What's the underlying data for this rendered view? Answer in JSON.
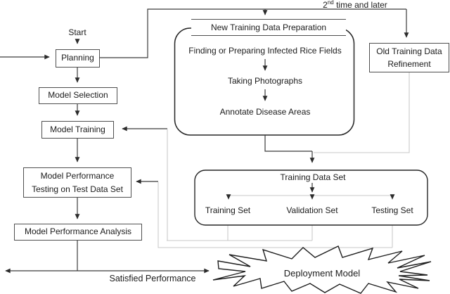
{
  "figure_type": "flowchart",
  "top_label": {
    "prefix": "2",
    "sup": "nd",
    "rest": " time and later"
  },
  "nodes": {
    "start": "Start",
    "planning": "Planning",
    "model_selection": "Model Selection",
    "model_training": "Model Training",
    "mpt_line1": "Model Performance",
    "mpt_line2": "Testing on Test Data Set",
    "mpa": "Model Performance Analysis",
    "old_refinement_line1": "Old Training Data",
    "old_refinement_line2": "Refinement",
    "satisfied": "Satisfied Performance",
    "deployment": "Deployment Model"
  },
  "new_training_data_preparation": {
    "title": "New Training Data Preparation",
    "step1": "Finding or Preparing Infected Rice Fields",
    "step2": "Taking Photographs",
    "step3": "Annotate Disease Areas"
  },
  "training_data_set": {
    "title": "Training Data Set",
    "set1": "Training Set",
    "set2": "Validation Set",
    "set3": "Testing Set"
  },
  "colors": {
    "line_dark": "#3a3a3a",
    "line_gray": "#a8a8a8",
    "line_light": "#c9c9c9",
    "box_border": "#4f4f4f",
    "container_border": "#262626",
    "text": "#1b1b1b",
    "background": "#ffffff"
  }
}
